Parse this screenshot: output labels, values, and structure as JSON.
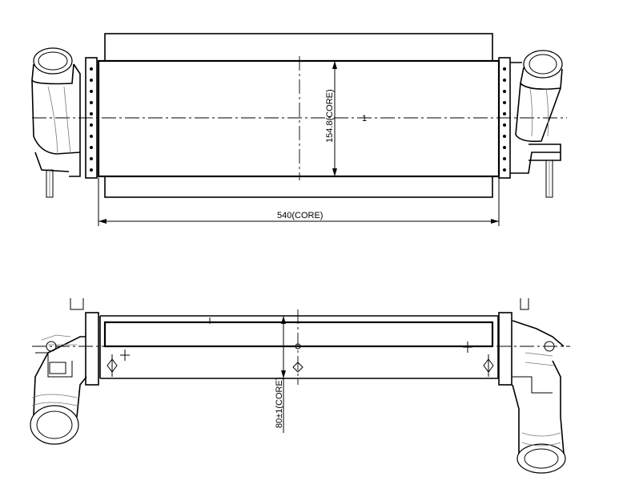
{
  "drawing": {
    "dimensions": {
      "core_width": "540(CORE)",
      "core_height": "154.8(CORE)",
      "core_depth": "80±1(CORE)"
    },
    "top_mark": "1"
  }
}
